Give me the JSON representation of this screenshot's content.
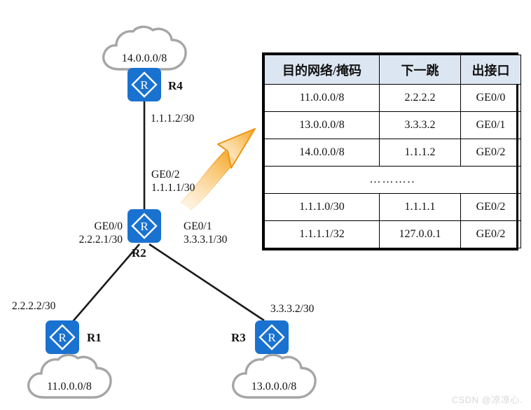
{
  "diagram": {
    "routers": [
      {
        "id": "r4",
        "label": "R4",
        "icon": "router-icon"
      },
      {
        "id": "r2",
        "label": "R2",
        "icon": "router-icon"
      },
      {
        "id": "r1",
        "label": "R1",
        "icon": "router-icon"
      },
      {
        "id": "r3",
        "label": "R3",
        "icon": "router-icon"
      }
    ],
    "clouds": [
      {
        "id": "cloud-r4",
        "text": "14.0.0.0/8"
      },
      {
        "id": "cloud-r1",
        "text": "11.0.0.0/8"
      },
      {
        "id": "cloud-r3",
        "text": "13.0.0.0/8"
      }
    ],
    "edge_labels": {
      "r4_link": "1.1.1.2/30",
      "r2_ge02_port": "GE0/2",
      "r2_ge02_addr": "1.1.1.1/30",
      "r2_ge00_port": "GE0/0",
      "r2_ge00_addr": "2.2.2.1/30",
      "r2_ge01_port": "GE0/1",
      "r2_ge01_addr": "3.3.3.1/30",
      "r1_link": "2.2.2.2/30",
      "r3_link": "3.3.3.2/30"
    },
    "arrow": {
      "name": "curved-arrow",
      "color": "#f5a623"
    }
  },
  "route_table": {
    "headers": [
      "目的网络/掩码",
      "下一跳",
      "出接口"
    ],
    "rows": [
      [
        "11.0.0.0/8",
        "2.2.2.2",
        "GE0/0"
      ],
      [
        "13.0.0.0/8",
        "3.3.3.2",
        "GE0/1"
      ],
      [
        "14.0.0.0/8",
        "1.1.1.2",
        "GE0/2"
      ]
    ],
    "ellipsis": "………..",
    "rows_tail": [
      [
        "1.1.1.0/30",
        "1.1.1.1",
        "GE0/2"
      ],
      [
        "1.1.1.1/32",
        "127.0.0.1",
        "GE0/2"
      ]
    ],
    "header_bg": "#dce6f2"
  },
  "watermark": {
    "text": "CSDN @凉凉心."
  }
}
